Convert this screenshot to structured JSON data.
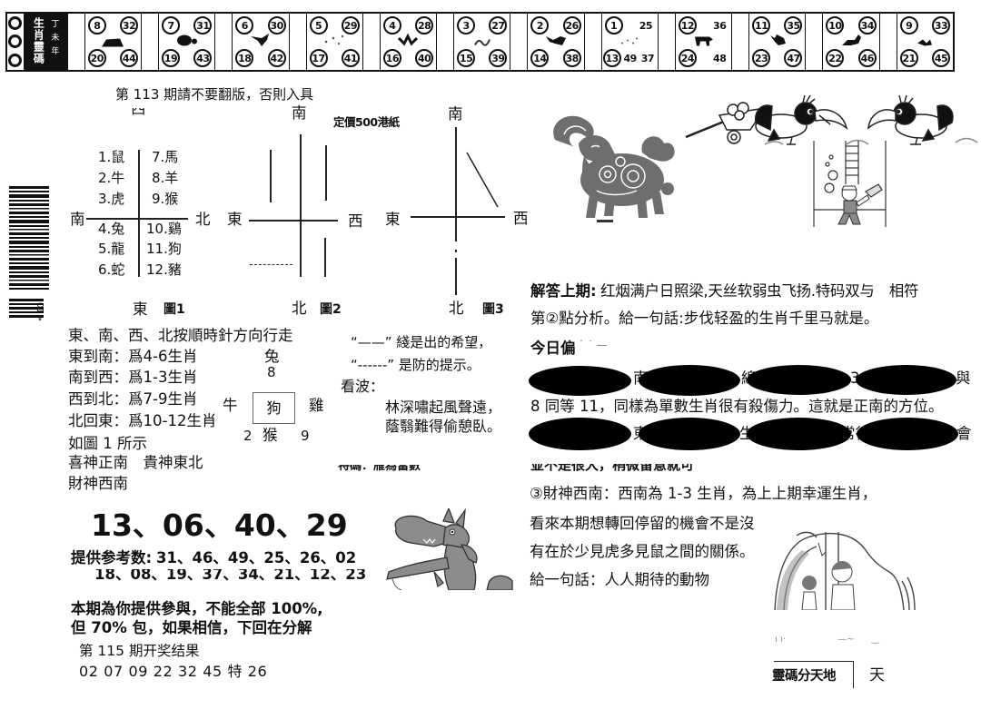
{
  "strip": {
    "title": "生肖靈碼",
    "year": "丁未年",
    "boxes": [
      {
        "icon": "rat-icon",
        "top": [
          "8",
          "32"
        ],
        "bottom": [
          "20",
          "44"
        ]
      },
      {
        "icon": "ox-icon",
        "top": [
          "7",
          "31"
        ],
        "bottom": [
          "19",
          "43"
        ]
      },
      {
        "icon": "tiger-icon",
        "top": [
          "6",
          "30"
        ],
        "bottom": [
          "18",
          "42"
        ]
      },
      {
        "icon": "rabbit-icon",
        "top": [
          "5",
          "29"
        ],
        "bottom": [
          "17",
          "41"
        ]
      },
      {
        "icon": "dragon-icon",
        "top": [
          "4",
          "28"
        ],
        "bottom": [
          "16",
          "40"
        ]
      },
      {
        "icon": "snake-icon",
        "top": [
          "3",
          "27"
        ],
        "bottom": [
          "15",
          "39"
        ]
      },
      {
        "icon": "horse-icon",
        "top": [
          "2",
          "26"
        ],
        "bottom": [
          "14",
          "38"
        ]
      },
      {
        "icon": "goat-icon",
        "top": [
          "1",
          "25"
        ],
        "bottom": [
          "13",
          "49",
          "37"
        ]
      },
      {
        "icon": "monkey-icon",
        "top": [
          "12",
          "36"
        ],
        "bottom": [
          "24",
          "48"
        ]
      },
      {
        "icon": "rooster-icon",
        "top": [
          "11",
          "35"
        ],
        "bottom": [
          "23",
          "47"
        ]
      },
      {
        "icon": "dog-icon",
        "top": [
          "10",
          "34"
        ],
        "bottom": [
          "22",
          "46"
        ]
      },
      {
        "icon": "pig-icon",
        "top": [
          "9",
          "33"
        ],
        "bottom": [
          "21",
          "45"
        ]
      }
    ]
  },
  "notice": "第 113 期請不要翻版，否則入具",
  "price": "定價500港紙",
  "barcode": {
    "text": "01>"
  },
  "diagrams": [
    {
      "label": "圖1",
      "top": "西",
      "left": "南",
      "right": "北",
      "bottom": "東",
      "items_left": [
        "1.鼠",
        "2.牛",
        "3.虎",
        "4.兔",
        "5.龍",
        "6.蛇"
      ],
      "items_right": [
        "7.馬",
        "8.羊",
        "9.猴",
        "10.鷄",
        "11.狗",
        "12.豬"
      ]
    },
    {
      "label": "圖2",
      "top": "南",
      "left": "東",
      "right": "西",
      "bottom": "北"
    },
    {
      "label": "圖3",
      "top": "南",
      "left": "東",
      "right": "西",
      "bottom": "北"
    }
  ],
  "directions": {
    "lines": [
      "東、南、西、北按順時針方向行走",
      "東到南：爲4-6生肖",
      "南到西：爲1-3生肖",
      "西到北：爲7-9生肖",
      "北回東：爲10-12生肖",
      "如圖 1 所示",
      "喜神正南　貴神東北",
      "財神西南"
    ]
  },
  "mini_diagram": {
    "top": "兔",
    "top_num": "8",
    "center": "狗",
    "left": "牛",
    "right": "雞",
    "bottom_left_num": "2",
    "bottom": "猴",
    "bottom_right_num": "9"
  },
  "legend": {
    "solid": "“——” 綫是出的希望，",
    "dashed": "“------” 是防的提示。"
  },
  "poem": {
    "label": "看波：",
    "lines": [
      "林深嘯起風聲遠，",
      "蔭翳難得偷憩臥。"
    ]
  },
  "clipped_note": "特碼：雁為當數",
  "main_numbers": "13、06、40、29",
  "reference": {
    "label": "提供参考数:",
    "line1": "31、46、49、25、26、02",
    "line2": "18、08、19、37、34、21、12、23"
  },
  "disclaimer": [
    "本期為你提供參與，不能全部 100%,",
    "但 70% 包，如果相信，下回在分解"
  ],
  "result": {
    "title": "第 115 期开奖结果",
    "numbers": "02 07 09 22 32 45 特 26"
  },
  "analysis": {
    "line1_label": "解答上期:",
    "line1": "红烟满户日照梁,天丝软弱虫飞扬.特码双与　相符",
    "line2": "第②點分析。給一句話:步伐轻盈的生肖千里马就是。",
    "today_label": "今日偏",
    "redacted1_fragments": [
      "南",
      "線",
      "3",
      "與"
    ],
    "line5": "8 同等 11，同樣為單數生肖很有殺傷力。這就是正南的方位。",
    "redacted2_fragments": [
      "東",
      "生",
      "常行",
      "會"
    ],
    "clipped_line": "並不是很大，稍微留意就可",
    "line8": "③財神西南：西南為 1-3 生肖，為上上期幸運生肖，",
    "line9": "看來本期想轉回停留的機會不是沒",
    "line10": "有在於少見虎多見鼠之間的關係。",
    "line11": "給一句話：人人期待的動物"
  },
  "footer": {
    "label": "靈碼分天地",
    "value": "天"
  }
}
